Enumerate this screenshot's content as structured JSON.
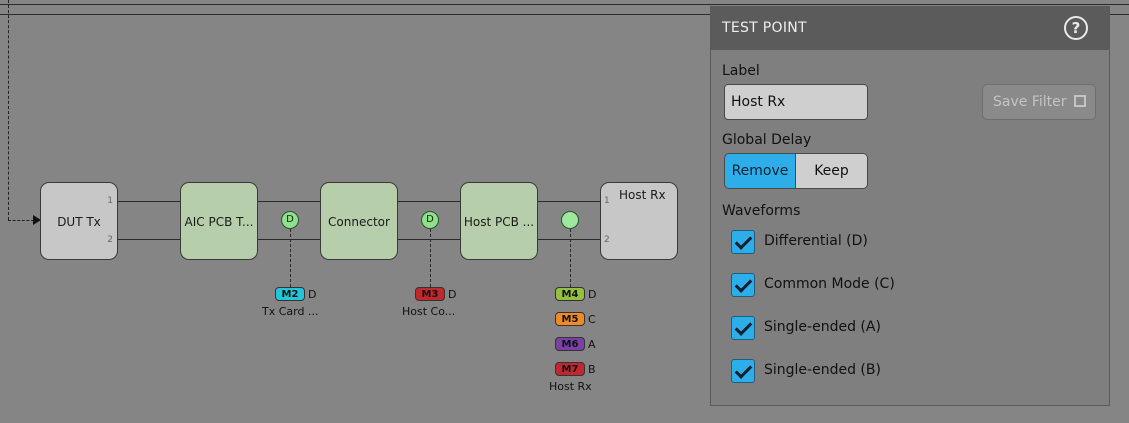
{
  "diagram": {
    "blocks": [
      {
        "id": "dut_tx",
        "label": "DUT Tx",
        "pin1": "1",
        "pin2": "2"
      },
      {
        "id": "aic_pcb",
        "label": "AIC PCB T..."
      },
      {
        "id": "connector",
        "label": "Connector"
      },
      {
        "id": "host_pcb",
        "label": "Host PCB ..."
      },
      {
        "id": "host_rx",
        "label": "Host Rx",
        "pin1": "1",
        "pin2": "2"
      }
    ],
    "test_points": [
      {
        "label": "D"
      },
      {
        "label": "D"
      },
      {
        "label": ""
      }
    ],
    "markers": {
      "m2": {
        "badge": "M2",
        "type": "D",
        "caption": "Tx Card ...",
        "color": "#22c6d8"
      },
      "m3": {
        "badge": "M3",
        "type": "D",
        "caption": "Host Co...",
        "color": "#c0282c"
      },
      "m4": {
        "badge": "M4",
        "type": "D",
        "color": "#93c13f"
      },
      "m5": {
        "badge": "M5",
        "type": "C",
        "color": "#f08a24"
      },
      "m6": {
        "badge": "M6",
        "type": "A",
        "color": "#7b3fa8"
      },
      "m7": {
        "badge": "M7",
        "type": "B",
        "color": "#c0282c"
      },
      "host_rx_caption": "Host Rx"
    }
  },
  "panel": {
    "title": "TEST POINT",
    "help_symbol": "?",
    "label_heading": "Label",
    "label_value": "Host Rx",
    "save_filter": "Save Filter",
    "global_delay_heading": "Global Delay",
    "remove": "Remove",
    "keep": "Keep",
    "selected_delay": "Remove",
    "waveforms_heading": "Waveforms",
    "waveforms": [
      {
        "label": "Differential (D)",
        "checked": true
      },
      {
        "label": "Common Mode (C)",
        "checked": true
      },
      {
        "label": "Single-ended (A)",
        "checked": true
      },
      {
        "label": "Single-ended (B)",
        "checked": true
      }
    ],
    "accent_color": "#2eaee8"
  }
}
